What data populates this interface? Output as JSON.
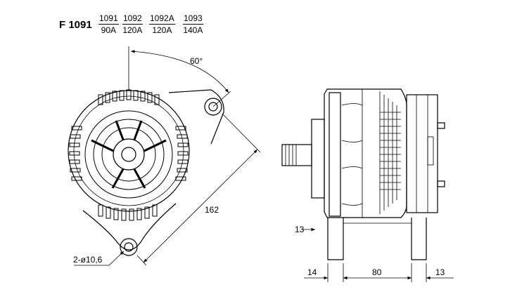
{
  "title": "F 1091",
  "models": [
    {
      "code": "1091",
      "amperage": "90A"
    },
    {
      "code": "1092",
      "amperage": "120A"
    },
    {
      "code": "1092A",
      "amperage": "120A"
    },
    {
      "code": "1093",
      "amperage": "140A"
    }
  ],
  "dimensions": {
    "angle": "60°",
    "mount_span": "162",
    "hole_spec": "2-ø10,6",
    "pulley_offset": "13",
    "left_foot": "14",
    "foot_spacing": "80",
    "right_foot": "13"
  }
}
